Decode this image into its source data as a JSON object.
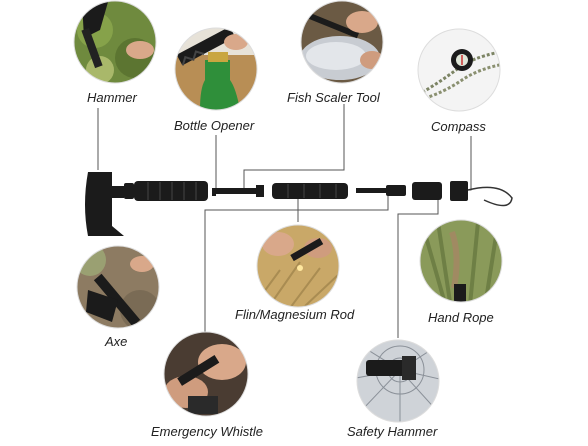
{
  "labels": {
    "hammer": "Hammer",
    "bottle_opener": "Bottle Opener",
    "fish_scaler": "Fish Scaler Tool",
    "compass": "Compass",
    "axe": "Axe",
    "flint_rod": "Flin/Magnesium Rod",
    "hand_rope": "Hand Rope",
    "emergency_whistle": "Emergency Whistle",
    "safety_hammer": "Safety Hammer"
  },
  "colors": {
    "tool_black": "#1b1b1b",
    "leader_line": "#555555",
    "grass_green": "#6f8a3e",
    "bottle_green": "#2f8f3a",
    "skin": "#d9a88a"
  }
}
